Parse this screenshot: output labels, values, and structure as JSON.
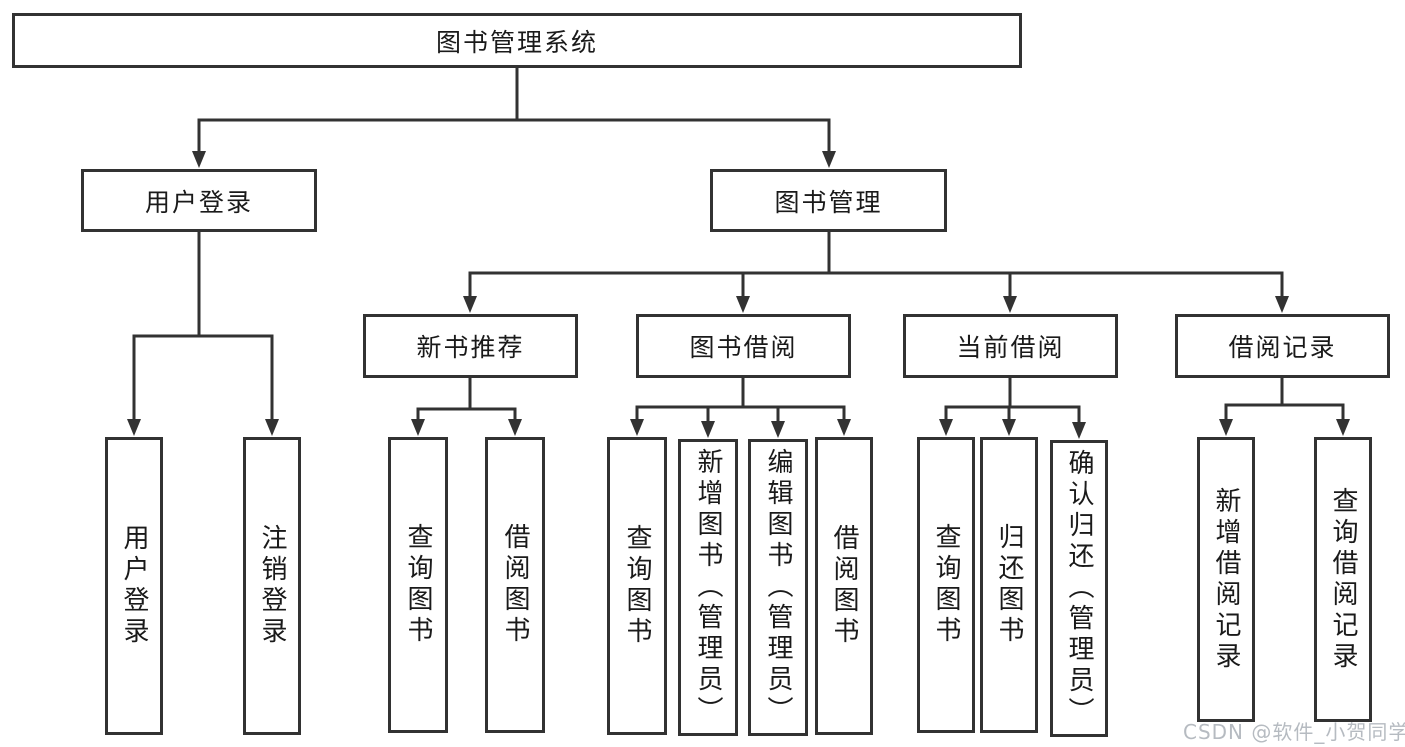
{
  "diagram": {
    "root": {
      "label": "图书管理系统"
    },
    "branches": [
      {
        "label": "用户登录",
        "children": [
          {
            "label": "用户登录"
          },
          {
            "label": "注销登录"
          }
        ]
      },
      {
        "label": "图书管理",
        "children": [
          {
            "label": "新书推荐",
            "children": [
              {
                "label": "查询图书"
              },
              {
                "label": "借阅图书"
              }
            ]
          },
          {
            "label": "图书借阅",
            "children": [
              {
                "label": "查询图书"
              },
              {
                "label": "新增图书（管理员）"
              },
              {
                "label": "编辑图书（管理员）"
              },
              {
                "label": "借阅图书"
              }
            ]
          },
          {
            "label": "当前借阅",
            "children": [
              {
                "label": "查询图书"
              },
              {
                "label": "归还图书"
              },
              {
                "label": "确认归还（管理员）"
              }
            ]
          },
          {
            "label": "借阅记录",
            "children": [
              {
                "label": "新增借阅记录"
              },
              {
                "label": "查询借阅记录"
              }
            ]
          }
        ]
      }
    ]
  },
  "watermark": {
    "text": "CSDN @软件_小贺同学"
  },
  "colors": {
    "line": "#323232",
    "box_border": "#323232",
    "text": "#1a1a1a",
    "background": "#ffffff",
    "watermark": "#b6bbc1"
  }
}
